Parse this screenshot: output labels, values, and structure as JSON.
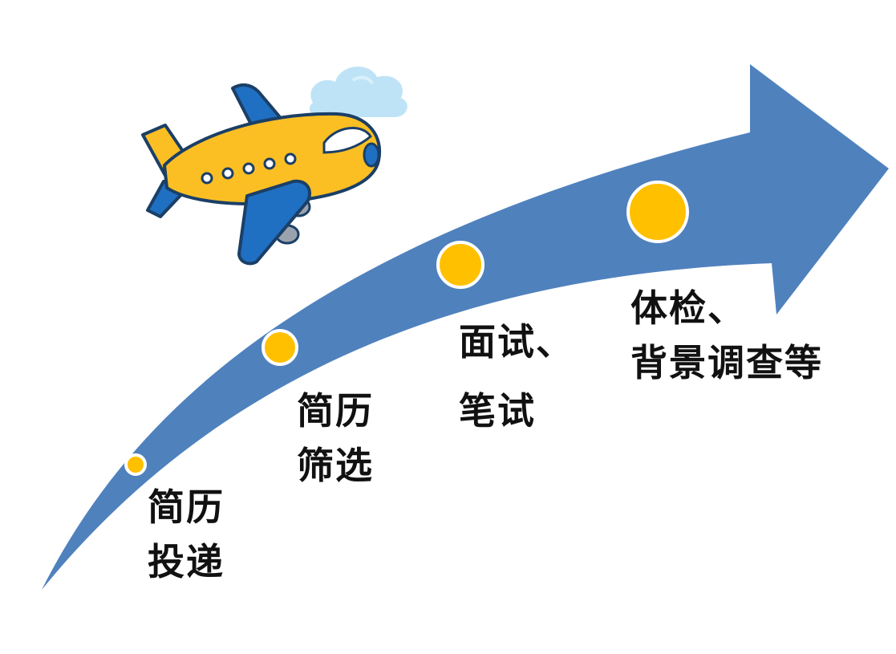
{
  "steps": [
    {
      "line1": "简历",
      "line2": "投递"
    },
    {
      "line1": "简历",
      "line2": "筛选"
    },
    {
      "line1": "面试、",
      "line2": "笔试"
    },
    {
      "line1": "体检、",
      "line2": "背景调查等"
    }
  ],
  "colors": {
    "arrow": "#4f81bd",
    "milestone": "#ffc000",
    "milestone_ring": "#ffffff",
    "plane_body": "#fbbf24",
    "plane_wing": "#1f6fc2",
    "cloud": "#bfe3f6",
    "text": "#111111"
  },
  "icons": [
    "airplane-icon",
    "cloud-icon",
    "arrow-head-icon"
  ]
}
